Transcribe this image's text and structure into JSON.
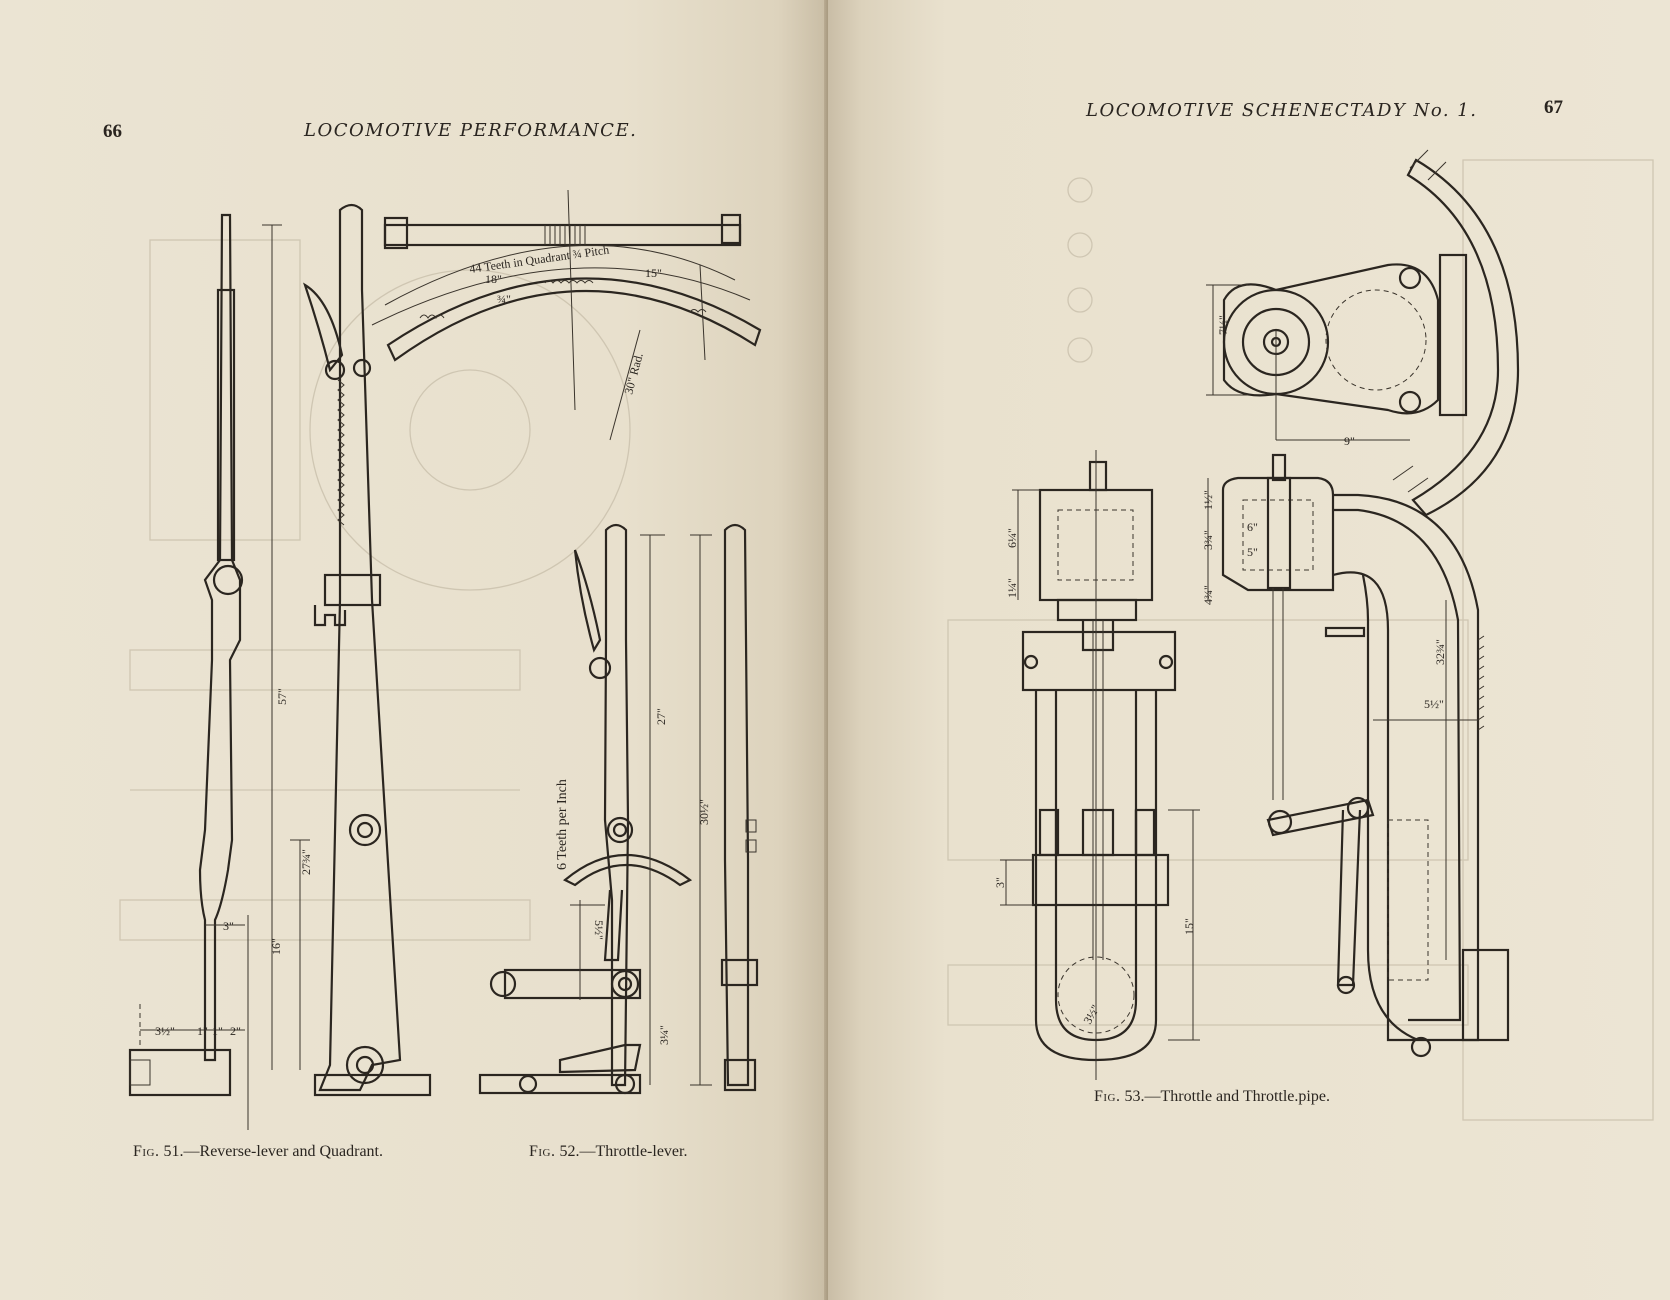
{
  "left_page": {
    "page_number": "66",
    "running_title": "LOCOMOTIVE PERFORMANCE.",
    "fig51": {
      "label": "Fig.",
      "caption": "51.—Reverse-lever and Quadrant."
    },
    "fig52": {
      "label": "Fig.",
      "caption": "52.—Throttle-lever."
    },
    "labels": {
      "quadrant_teeth": "44 Teeth in Quadrant ¾ Pitch",
      "d18": "18\"",
      "d15": "15\"",
      "d_half": "¾\"",
      "radius": "30\" Rad.",
      "d57": "57\"",
      "d27_3_4": "27¾\"",
      "d16": "16\"",
      "d3": "3\"",
      "d3_1_2": "3½\"",
      "d1a": "1\"",
      "d1b": "1\"",
      "d2": "2\"",
      "teeth_per_inch": "6 Teeth per Inch",
      "d27": "27\"",
      "d30_1_2": "30½\"",
      "d3_1_4": "3¼\"",
      "d5_1_2": "5½\""
    }
  },
  "right_page": {
    "page_number": "67",
    "running_title": "LOCOMOTIVE SCHENECTADY No. 1.",
    "fig53": {
      "label": "Fig.",
      "caption": "53.—Throttle and Throttle.pipe."
    },
    "labels": {
      "d7_1_2": "7½\"",
      "d9": "9\"",
      "d6_1_4": "6¼\"",
      "d1_1_4": "1¼\"",
      "d1_1_2": "1½\"",
      "d3_3_4": "3¾\"",
      "d4_3_4": "4¾\"",
      "d6": "6\"",
      "d5": "5\"",
      "d32_3_4": "32¾\"",
      "d5_1_2": "5½\"",
      "d3": "3\"",
      "d15": "15\"",
      "d3_1_2": "3½\""
    }
  }
}
